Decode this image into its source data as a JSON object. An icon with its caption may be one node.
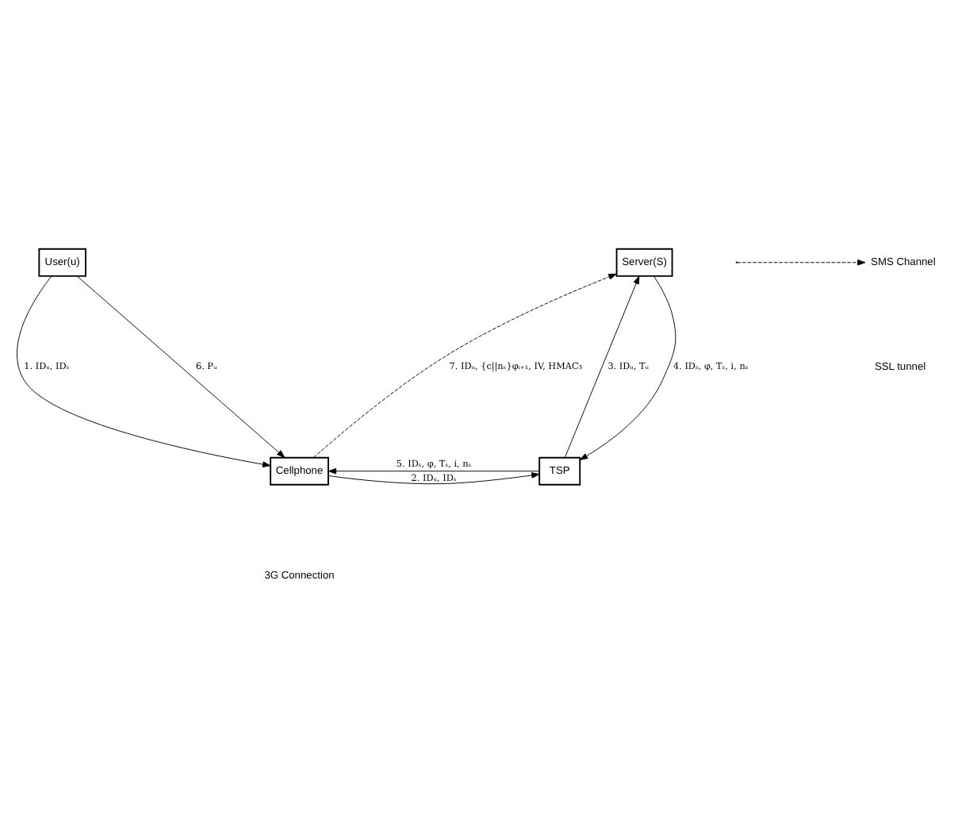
{
  "diagram": {
    "nodes": [
      {
        "text": [
          "User(u)"
        ]
      },
      {
        "text": [
          "Server(S)"
        ]
      },
      {
        "text": [
          "Cellphone"
        ]
      },
      {
        "text": [
          "TSP"
        ]
      }
    ],
    "edges": [
      {
        "from": 0,
        "to": 2,
        "arrow": "to",
        "label": "1. IDᵤ, IDₛ"
      },
      {
        "from": 2,
        "to": 3,
        "arrow": "to",
        "label": "2. IDᵤ, IDₛ"
      },
      {
        "from": 3,
        "to": 1,
        "arrow": "to",
        "label": "3. IDᵤ, Tᵤ"
      },
      {
        "from": 1,
        "to": 3,
        "arrow": "to",
        "label": "4. IDₛ, φ, Tₛ, i, nₛ"
      },
      {
        "from": 3,
        "to": 2,
        "arrow": "to",
        "label": "5. IDₛ, φ, Tₛ, i, nₛ"
      },
      {
        "from": 0,
        "to": 2,
        "arrow": "to",
        "label": "6. Pᵤ"
      },
      {
        "from": 2,
        "to": 1,
        "arrow": "to",
        "label": "7. IDᵤ, {c||nₛ}φᵢ₊₁, IV, HMAC₃",
        "style": "dashed"
      }
    ],
    "labels": [
      "SSL tunnel",
      "3G Connection"
    ],
    "legend": [
      {
        "text": "SMS Channel"
      }
    ]
  }
}
